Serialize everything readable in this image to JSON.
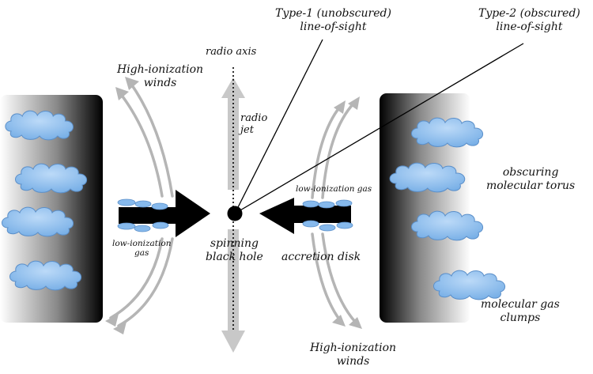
{
  "labels": {
    "type1": [
      "Type-1 (unobscured)",
      "line-of-sight"
    ],
    "type2": [
      "Type-2 (obscured)",
      "line-of-sight"
    ],
    "radio_axis": "radio axis",
    "radio_jet": [
      "radio",
      "jet"
    ],
    "hi_winds_top": [
      "High-ionization",
      "winds"
    ],
    "hi_winds_bottom": [
      "High-ionization",
      "winds"
    ],
    "lo_gas_left": [
      "low-ionization",
      "gas"
    ],
    "lo_gas_right": "low-ionization gas",
    "black_hole": [
      "spinning",
      "black hole"
    ],
    "accretion_disk": "accretion disk",
    "torus": [
      "obscuring",
      "molecular torus"
    ],
    "clumps": [
      "molecular gas",
      "clumps"
    ]
  },
  "colors": {
    "torus_dark": "#000000",
    "torus_light": "#ffffff",
    "cloud_fill": "#86b9ec",
    "cloud_fill_light": "#bcdaf8",
    "cloud_edge": "#5b8fc9",
    "wind_arrow": "#b5b5b5",
    "jet_arrow": "#c8c8c8",
    "inflow_arrow": "#000000",
    "sight_line": "#000000"
  }
}
